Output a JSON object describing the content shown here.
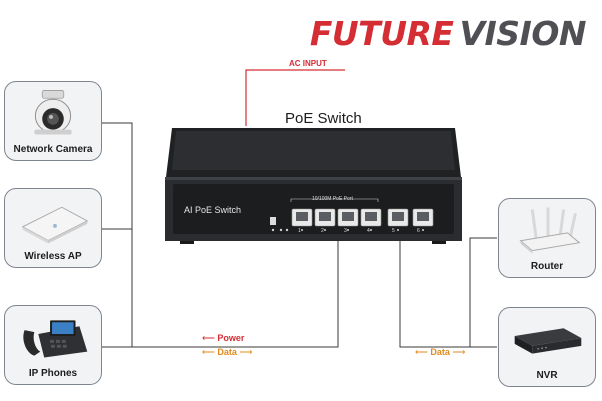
{
  "brand": {
    "part1": "FUTURE",
    "part2": "VISION"
  },
  "switch": {
    "title": "PoE Switch",
    "front_label": "AI PoE Switch",
    "port_group_label": "10/100M PoE Port",
    "port_numbers": [
      "1",
      "2",
      "3",
      "4",
      "5",
      "6"
    ]
  },
  "ac_input": "AC INPUT",
  "devices": {
    "network_camera": "Network Camera",
    "wireless_ap": "Wireless AP",
    "ip_phones": "IP Phones",
    "router": "Router",
    "nvr": "NVR"
  },
  "flows": {
    "power": "Power",
    "data_left": "Data",
    "data_right": "Data"
  },
  "colors": {
    "accent_red": "#d42d34",
    "data_orange": "#e08a1c",
    "line_dark": "#3a3a3a",
    "card_border": "#7f8590",
    "switch_body": "#2b2d30"
  }
}
